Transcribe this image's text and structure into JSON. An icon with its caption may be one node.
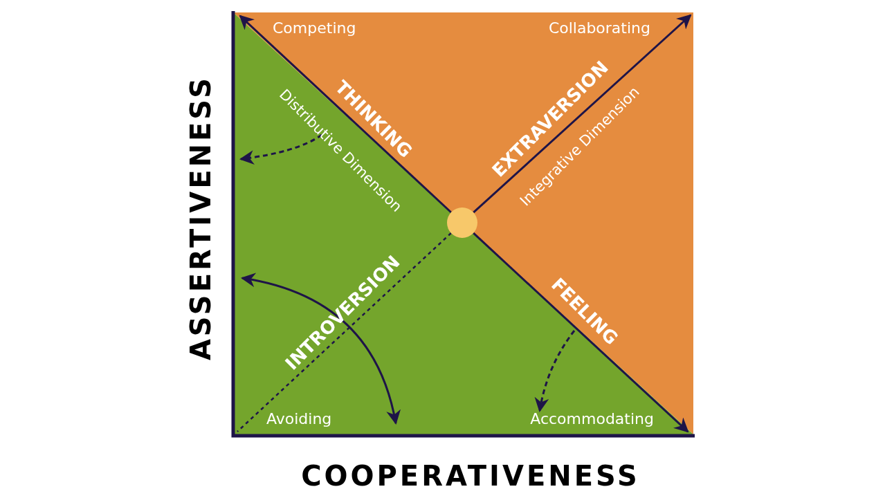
{
  "diagram": {
    "nodes": [
      {
        "text": [
          "Competing"
        ]
      },
      {
        "text": [
          "Collaborating"
        ]
      },
      {
        "text": [
          "Avoiding"
        ]
      },
      {
        "text": [
          "Accommodating"
        ]
      },
      {
        "text": [],
        "shape": "circle"
      }
    ],
    "edges": [
      {
        "from": 4,
        "to": 0,
        "arrow": "to"
      },
      {
        "from": 4,
        "to": 1,
        "arrow": "to"
      },
      {
        "from": 4,
        "to": 3,
        "arrow": "to"
      },
      {
        "from": 4,
        "to": 2,
        "arrow": "none",
        "style": "dashed"
      }
    ],
    "labels": [
      "ASSERTIVENESS",
      "THINKING",
      "Distributive Dimension",
      "EXTRAVERSION",
      "Integrative Dimension",
      "INTROVERSION",
      "FEELING",
      "COOPERATIVENESS"
    ]
  }
}
